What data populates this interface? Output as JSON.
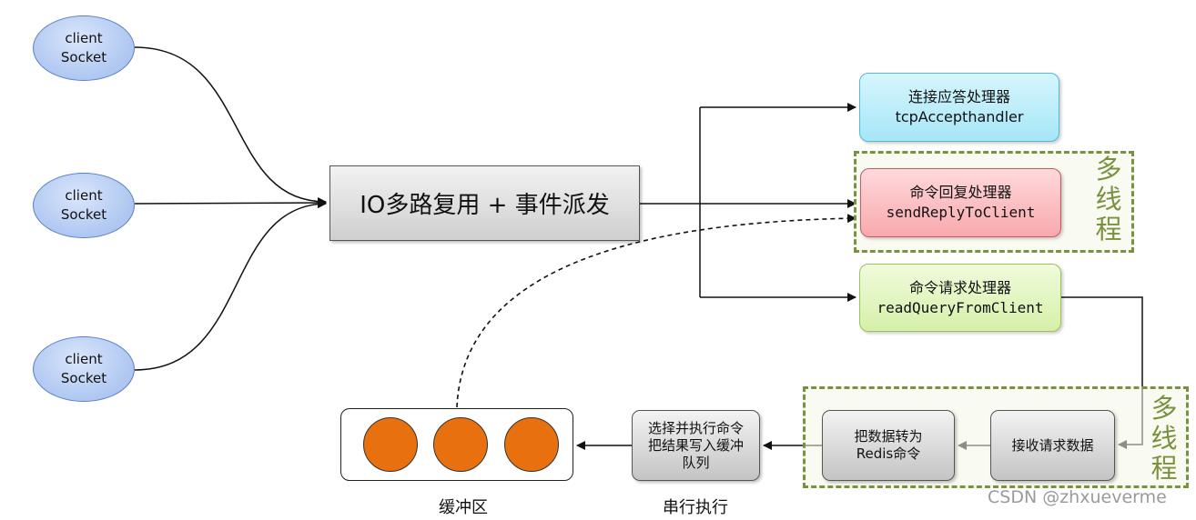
{
  "clients": [
    {
      "line1": "client",
      "line2": "Socket"
    },
    {
      "line1": "client",
      "line2": "Socket"
    },
    {
      "line1": "client",
      "line2": "Socket"
    }
  ],
  "dispatcher": {
    "label": "IO多路复用 + 事件派发"
  },
  "handlers": {
    "accept": {
      "name": "连接应答处理器",
      "func": "tcpAccepthandler"
    },
    "reply": {
      "name": "命令回复处理器",
      "func": "sendReplyToClient"
    },
    "query": {
      "name": "命令请求处理器",
      "func": "readQueryFromClient"
    }
  },
  "multithread_label": [
    "多",
    "线",
    "程"
  ],
  "steps": {
    "receive": {
      "line1": "接收请求数据"
    },
    "convert": {
      "line1": "把数据转为",
      "line2": "Redis命令"
    },
    "execute": {
      "line1": "选择并执行命令",
      "line2": "把结果写入缓冲",
      "line3": "队列"
    }
  },
  "captions": {
    "buffer": "缓冲区",
    "serial": "串行执行"
  },
  "watermark": "CSDN @zhxueverme",
  "colors": {
    "buffer_circle": "#e8700f",
    "multithread_border": "#7a9140",
    "client_fill": "#b7cdf3",
    "accept_fill": "#a6e6f7",
    "reply_fill": "#f8a9ae",
    "query_fill": "#d5f0a9"
  }
}
